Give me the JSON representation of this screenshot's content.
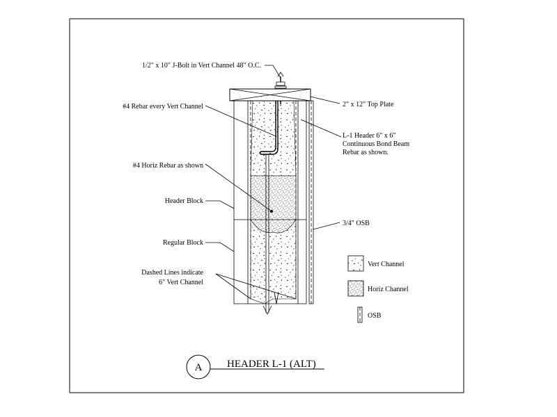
{
  "labels": {
    "jbolt": "1/2\" x 10\" J-Bolt in Vert Channel 48\" O.C.",
    "rebar_vert": "#4 Rebar every Vert Channel",
    "rebar_horiz": "#4 Horiz Rebar as shown",
    "header_block": "Header Block",
    "regular_block": "Regular Block",
    "dashed_line1": "Dashed Lines indicate",
    "dashed_line2": "6\" Vert Channel",
    "top_plate": "2\" x 12\" Top Plate",
    "header_line1": "L-1 Header 6\" x 6\"",
    "header_line2": "Continuous Bond Beam",
    "header_line3": "Rebar as shown.",
    "osb": "3/4\" OSB"
  },
  "legend": {
    "vert_channel": "Vert Channel",
    "horiz_channel": "Horiz Channel",
    "osb": "OSB"
  },
  "title": {
    "circle_letter": "A",
    "text": "HEADER L-1 (ALT)"
  }
}
